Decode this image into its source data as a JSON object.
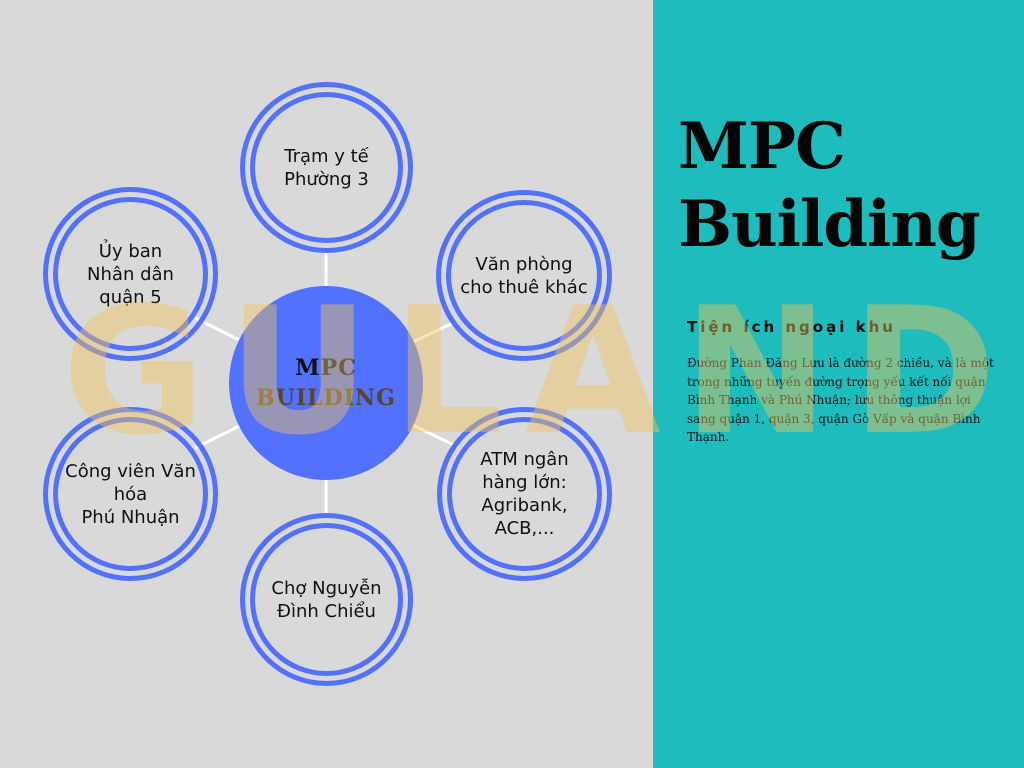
{
  "diagram": {
    "center": {
      "line1": "MPC",
      "line2": "BUILDING"
    },
    "nodes": [
      {
        "label": "Trạm y tế\nPhường 3"
      },
      {
        "label": "Ủy ban\nNhân dân\nquận 5"
      },
      {
        "label": "Văn phòng\ncho thuê khác"
      },
      {
        "label": "Công viên Văn\nhóa\nPhú Nhuận"
      },
      {
        "label": "ATM ngân\nhàng lớn:\nAgribank,\nACB,..."
      },
      {
        "label": "Chợ Nguyễn\nĐình Chiểu"
      }
    ],
    "watermark": "GULAND"
  },
  "panel": {
    "title_line1": "MPC",
    "title_line2": "Building",
    "subtitle": "Tiện ích ngoại khu",
    "body": "Đường Phan Đăng Lưu là đường 2 chiều, và là một trong những tuyến đường trọng yếu kết nối quận Bình Thạnh và Phú Nhuận; lưu thông thuận lợi sang quận 1, quận 3, quận Gò Vấp và quận Bình Thạnh."
  },
  "colors": {
    "accent_blue": "#5271FF",
    "panel_teal": "#1EBCBC",
    "background_gray": "#D9D9D9",
    "watermark_gold": "#F0C45A"
  }
}
